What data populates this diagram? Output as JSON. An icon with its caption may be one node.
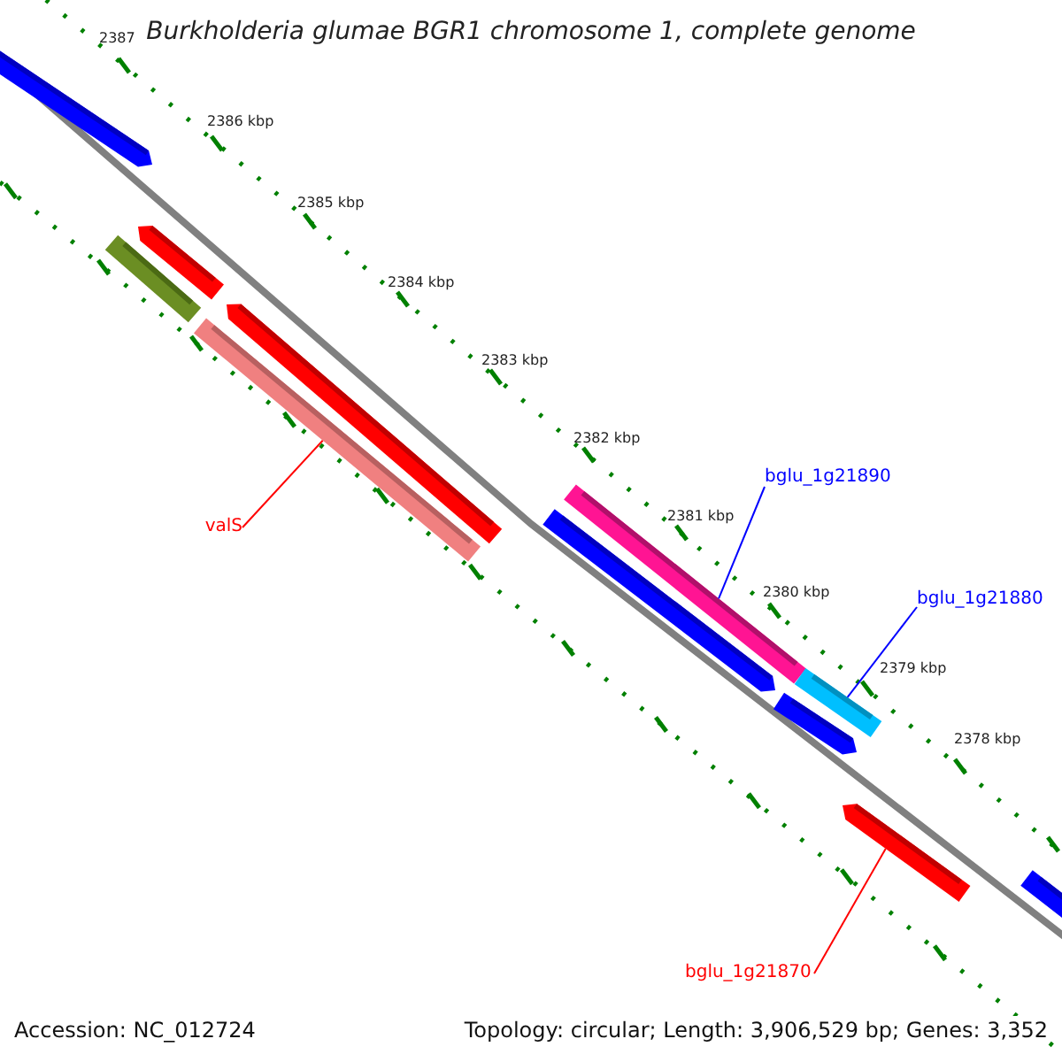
{
  "diagram": {
    "title": "Burkholderia glumae BGR1 chromosome 1, complete genome",
    "nodes": [
      {
        "text": [],
        "shape": "bar"
      },
      {
        "text": [],
        "shape": "bar"
      },
      {
        "text": [],
        "shape": "bar"
      },
      {
        "text": [],
        "shape": "bar"
      },
      {
        "text": [],
        "shape": "bar"
      },
      {
        "text": [
          "valS"
        ]
      },
      {
        "text": [],
        "shape": "bar"
      },
      {
        "text": [
          "bglu_1g21890"
        ]
      },
      {
        "text": [],
        "shape": "bar"
      },
      {
        "text": [],
        "shape": "bar"
      },
      {
        "text": [
          "bglu_1g21880"
        ]
      },
      {
        "text": [],
        "shape": "bar"
      },
      {
        "text": [],
        "shape": "bar"
      },
      {
        "text": [
          "bglu_1g21870"
        ]
      },
      {
        "text": [],
        "shape": "bar"
      }
    ],
    "edges": [
      {
        "from": 5,
        "to": 4,
        "arrow": "none",
        "color": "#ff0000"
      },
      {
        "from": 7,
        "to": 6,
        "arrow": "none",
        "color": "#0000ff"
      },
      {
        "from": 10,
        "to": 9,
        "arrow": "none",
        "color": "#0000ff"
      },
      {
        "from": 13,
        "to": 12,
        "arrow": "none",
        "color": "#ff0000"
      }
    ],
    "labels": [
      "2387",
      "2386 kbp",
      "2385 kbp",
      "2384 kbp",
      "2383 kbp",
      "2382 kbp",
      "2381 kbp",
      "2380 kbp",
      "2379 kbp",
      "2378 kbp",
      "Accession: NC_012724",
      "Topology: circular; Length: 3,906,529 bp; Genes: 3,352"
    ]
  }
}
